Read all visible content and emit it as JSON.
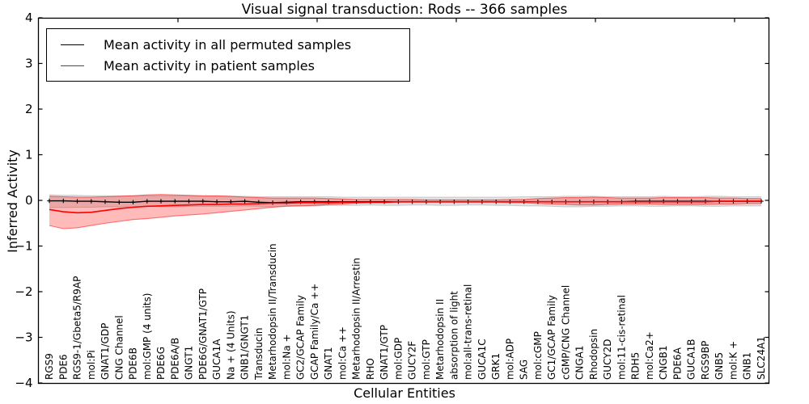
{
  "chart_data": {
    "type": "line",
    "title": "Visual signal transduction: Rods -- 366 samples",
    "xlabel": "Cellular Entities",
    "ylabel": "Inferred Activity",
    "ylim": [
      -4,
      4
    ],
    "yticks": [
      4,
      3,
      2,
      1,
      0,
      -1,
      -2,
      -3,
      -4
    ],
    "grid": false,
    "legend_position": "upper left",
    "categories": [
      "RGS9",
      "PDE6",
      "RGS9-1/Gbeta5/R9AP",
      "mol:Pi",
      "GNAT1/GDP",
      "CNG Channel",
      "PDE6B",
      "mol:GMP (4 units)",
      "PDE6G",
      "PDE6A/B",
      "GNGT1",
      "PDE6G/GNAT1/GTP",
      "GUCA1A",
      "Na + (4 Units)",
      "GNB1/GNGT1",
      "Transducin",
      "Metarhodopsin II/Transducin",
      "mol:Na +",
      "GC2/GCAP Family",
      "GCAP Family/Ca ++",
      "GNAT1",
      "mol:Ca ++",
      "Metarhodopsin II/Arrestin",
      "RHO",
      "GNAT1/GTP",
      "mol:GDP",
      "GUCY2F",
      "mol:GTP",
      "Metarhodopsin II",
      "absorption of light",
      "mol:all-trans-retinal",
      "GUCA1C",
      "GRK1",
      "mol:ADP",
      "SAG",
      "mol:cGMP",
      "GC1/GCAP Family",
      "cGMP/CNG Channel",
      "CNGA1",
      "Rhodopsin",
      "GUCY2D",
      "mol:11-cis-retinal",
      "RDH5",
      "mol:Ca2+",
      "CNGB1",
      "PDE6A",
      "GUCA1B",
      "RGS9BP",
      "GNB5",
      "mol:K +",
      "GNB1",
      "SLC24A1"
    ],
    "series": [
      {
        "name": "Mean activity in all permuted samples",
        "color": "#000000",
        "marker": "+",
        "values": [
          -0.01,
          -0.01,
          -0.02,
          -0.02,
          -0.03,
          -0.04,
          -0.04,
          -0.02,
          -0.02,
          -0.02,
          -0.02,
          -0.02,
          -0.03,
          -0.03,
          -0.02,
          -0.04,
          -0.05,
          -0.04,
          -0.03,
          -0.03,
          -0.03,
          -0.03,
          -0.03,
          -0.03,
          -0.03,
          -0.03,
          -0.03,
          -0.03,
          -0.03,
          -0.03,
          -0.03,
          -0.03,
          -0.03,
          -0.03,
          -0.03,
          -0.03,
          -0.03,
          -0.03,
          -0.03,
          -0.03,
          -0.03,
          -0.03,
          -0.02,
          -0.02,
          -0.02,
          -0.02,
          -0.02,
          -0.02,
          -0.02,
          -0.02,
          -0.02,
          -0.02
        ]
      },
      {
        "name": "Mean activity in patient samples",
        "color": "#ff0000",
        "marker": "none",
        "values": [
          -0.2,
          -0.25,
          -0.27,
          -0.26,
          -0.22,
          -0.18,
          -0.15,
          -0.13,
          -0.12,
          -0.11,
          -0.1,
          -0.09,
          -0.09,
          -0.08,
          -0.08,
          -0.07,
          -0.06,
          -0.06,
          -0.05,
          -0.05,
          -0.05,
          -0.04,
          -0.04,
          -0.04,
          -0.04,
          -0.03,
          -0.03,
          -0.03,
          -0.03,
          -0.03,
          -0.03,
          -0.03,
          -0.03,
          -0.03,
          -0.03,
          -0.03,
          -0.03,
          -0.03,
          -0.03,
          -0.03,
          -0.03,
          -0.03,
          -0.03,
          -0.03,
          -0.03,
          -0.03,
          -0.03,
          -0.03,
          -0.02,
          -0.02,
          -0.02,
          -0.02
        ]
      }
    ],
    "bands": [
      {
        "name": "permuted-samples-std-band",
        "fill": "rgba(130,130,130,0.22)",
        "edge": "rgba(130,130,130,0.35)",
        "top": [
          0.12,
          0.11,
          0.11,
          0.1,
          0.1,
          0.1,
          0.1,
          0.1,
          0.1,
          0.1,
          0.1,
          0.09,
          0.09,
          0.09,
          0.09,
          0.08,
          0.08,
          0.08,
          0.08,
          0.08,
          0.08,
          0.07,
          0.07,
          0.07,
          0.07,
          0.07,
          0.07,
          0.07,
          0.07,
          0.07,
          0.07,
          0.07,
          0.07,
          0.07,
          0.08,
          0.08,
          0.08,
          0.09,
          0.09,
          0.09,
          0.08,
          0.08,
          0.08,
          0.08,
          0.09,
          0.08,
          0.08,
          0.09,
          0.09,
          0.08,
          0.08,
          0.08
        ],
        "bottom": [
          -0.16,
          -0.16,
          -0.15,
          -0.15,
          -0.14,
          -0.14,
          -0.14,
          -0.13,
          -0.14,
          -0.14,
          -0.13,
          -0.13,
          -0.13,
          -0.13,
          -0.12,
          -0.13,
          -0.14,
          -0.12,
          -0.12,
          -0.12,
          -0.11,
          -0.11,
          -0.11,
          -0.1,
          -0.11,
          -0.11,
          -0.1,
          -0.1,
          -0.11,
          -0.11,
          -0.1,
          -0.1,
          -0.11,
          -0.11,
          -0.12,
          -0.12,
          -0.13,
          -0.14,
          -0.14,
          -0.13,
          -0.13,
          -0.12,
          -0.12,
          -0.13,
          -0.13,
          -0.12,
          -0.12,
          -0.13,
          -0.13,
          -0.12,
          -0.12,
          -0.12
        ]
      },
      {
        "name": "patient-samples-std-band",
        "fill": "rgba(255,0,0,0.27)",
        "edge": "rgba(255,0,0,0.5)",
        "top": [
          0.09,
          0.08,
          0.07,
          0.07,
          0.08,
          0.09,
          0.1,
          0.12,
          0.13,
          0.12,
          0.11,
          0.1,
          0.1,
          0.09,
          0.07,
          0.06,
          0.05,
          0.05,
          0.05,
          0.05,
          0.04,
          0.03,
          0.02,
          0.02,
          0.02,
          0.02,
          0.02,
          0.01,
          0.01,
          0.01,
          0.01,
          0.01,
          0.01,
          0.02,
          0.02,
          0.04,
          0.05,
          0.06,
          0.06,
          0.07,
          0.06,
          0.05,
          0.05,
          0.05,
          0.06,
          0.06,
          0.06,
          0.06,
          0.05,
          0.05,
          0.04,
          0.04
        ],
        "bottom": [
          -0.55,
          -0.62,
          -0.6,
          -0.55,
          -0.5,
          -0.46,
          -0.42,
          -0.4,
          -0.37,
          -0.34,
          -0.32,
          -0.3,
          -0.27,
          -0.24,
          -0.21,
          -0.18,
          -0.15,
          -0.13,
          -0.12,
          -0.11,
          -0.09,
          -0.08,
          -0.06,
          -0.05,
          -0.05,
          -0.04,
          -0.04,
          -0.04,
          -0.04,
          -0.04,
          -0.04,
          -0.04,
          -0.04,
          -0.05,
          -0.05,
          -0.07,
          -0.08,
          -0.09,
          -0.1,
          -0.1,
          -0.09,
          -0.08,
          -0.08,
          -0.08,
          -0.09,
          -0.09,
          -0.09,
          -0.09,
          -0.08,
          -0.08,
          -0.07,
          -0.07
        ]
      }
    ]
  }
}
